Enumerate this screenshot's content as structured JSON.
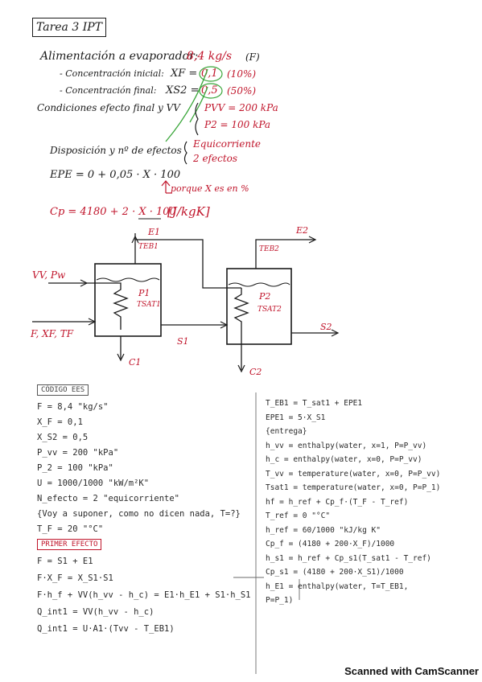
{
  "title": "Tarea 3 IPT",
  "header": {
    "feed_label": "Alimentación a evaporador:",
    "feed_value": "8,4 kg/s",
    "feed_symbol": "(F)",
    "xf_label": "- Concentración inicial:",
    "xf_symbol": "XF =",
    "xf_value": "0,1",
    "xf_pct": "(10%)",
    "xs2_label": "- Concentración final:",
    "xs2_symbol": "XS2 =",
    "xs2_value": "0,5",
    "xs2_pct": "(50%)",
    "cond_label": "Condiciones efecto final y VV",
    "pvv": "PVV = 200 kPa",
    "p2": "P2 = 100 kPa",
    "disp_label": "Disposición y nº de efectos",
    "disp_value1": "Equicorriente",
    "disp_value2": "2 efectos",
    "epe_eq": "EPE = 0 + 0,05 · X · 100",
    "epe_note": "porque X es en %",
    "cp_eq": "Cp = 4180 + 2 · X · 100",
    "cp_units": "[J/kgK]"
  },
  "diagram": {
    "e1": "E1",
    "e2": "E2",
    "teb1": "TEB1",
    "teb2": "TEB2",
    "vv": "VV, Pw",
    "p1": "P1",
    "tsat1": "TSAT1",
    "p2": "P2",
    "tsat2": "TSAT2",
    "feed": "F, XF, TF",
    "s1": "S1",
    "s2": "S2",
    "c1": "C1",
    "c2": "C2"
  },
  "code_left": {
    "tag": "CÓDIGO EES",
    "lines": [
      "F = 8,4 \"kg/s\"",
      "X_F = 0,1",
      "X_S2 = 0,5",
      "P_vv = 200 \"kPa\"",
      "P_2 = 100 \"kPa\"",
      "U = 1000/1000 \"kW/m²K\"",
      "N_efecto = 2 \"equicorriente\"",
      "{Voy a suponer, como no dicen nada, T=?}",
      "T_F = 20 \"°C\""
    ],
    "tag2": "PRIMER EFECTO",
    "lines2": [
      "F = S1 + E1",
      "F·X_F = X_S1·S1",
      "F·h_f + VV(h_vv - h_c) = E1·h_E1 + S1·h_S1",
      "Q_int1 = VV(h_vv - h_c)",
      "Q_int1 = U·A1·(Tvv - T_EB1)"
    ]
  },
  "code_right": {
    "lines": [
      "T_EB1 = T_sat1 + EPE1",
      "EPE1 = 5·X_S1",
      "{entrega}",
      "h_vv = enthalpy(water, x=1, P=P_vv)",
      "h_c = enthalpy(water, x=0, P=P_vv)",
      "T_vv = temperature(water, x=0, P=P_vv)",
      "Tsat1 = temperature(water, x=0, P=P_1)",
      "hf = h_ref + Cp_f·(T_F - T_ref)",
      "T_ref = 0 \"°C\"",
      "h_ref = 60/1000 \"kJ/kg K\"",
      "Cp_f = (4180 + 200·X_F)/1000",
      "h_s1 = h_ref + Cp_s1(T_sat1 - T_ref)",
      "Cp_s1 = (4180 + 200·X_S1)/1000",
      "h_E1 = enthalpy(water, T=T_EB1,",
      "P=P_1)"
    ]
  },
  "footer": "Scanned with CamScanner",
  "colors": {
    "ink": "#1b1b1b",
    "accent": "#c0152b",
    "highlight": "#3aa63a"
  }
}
